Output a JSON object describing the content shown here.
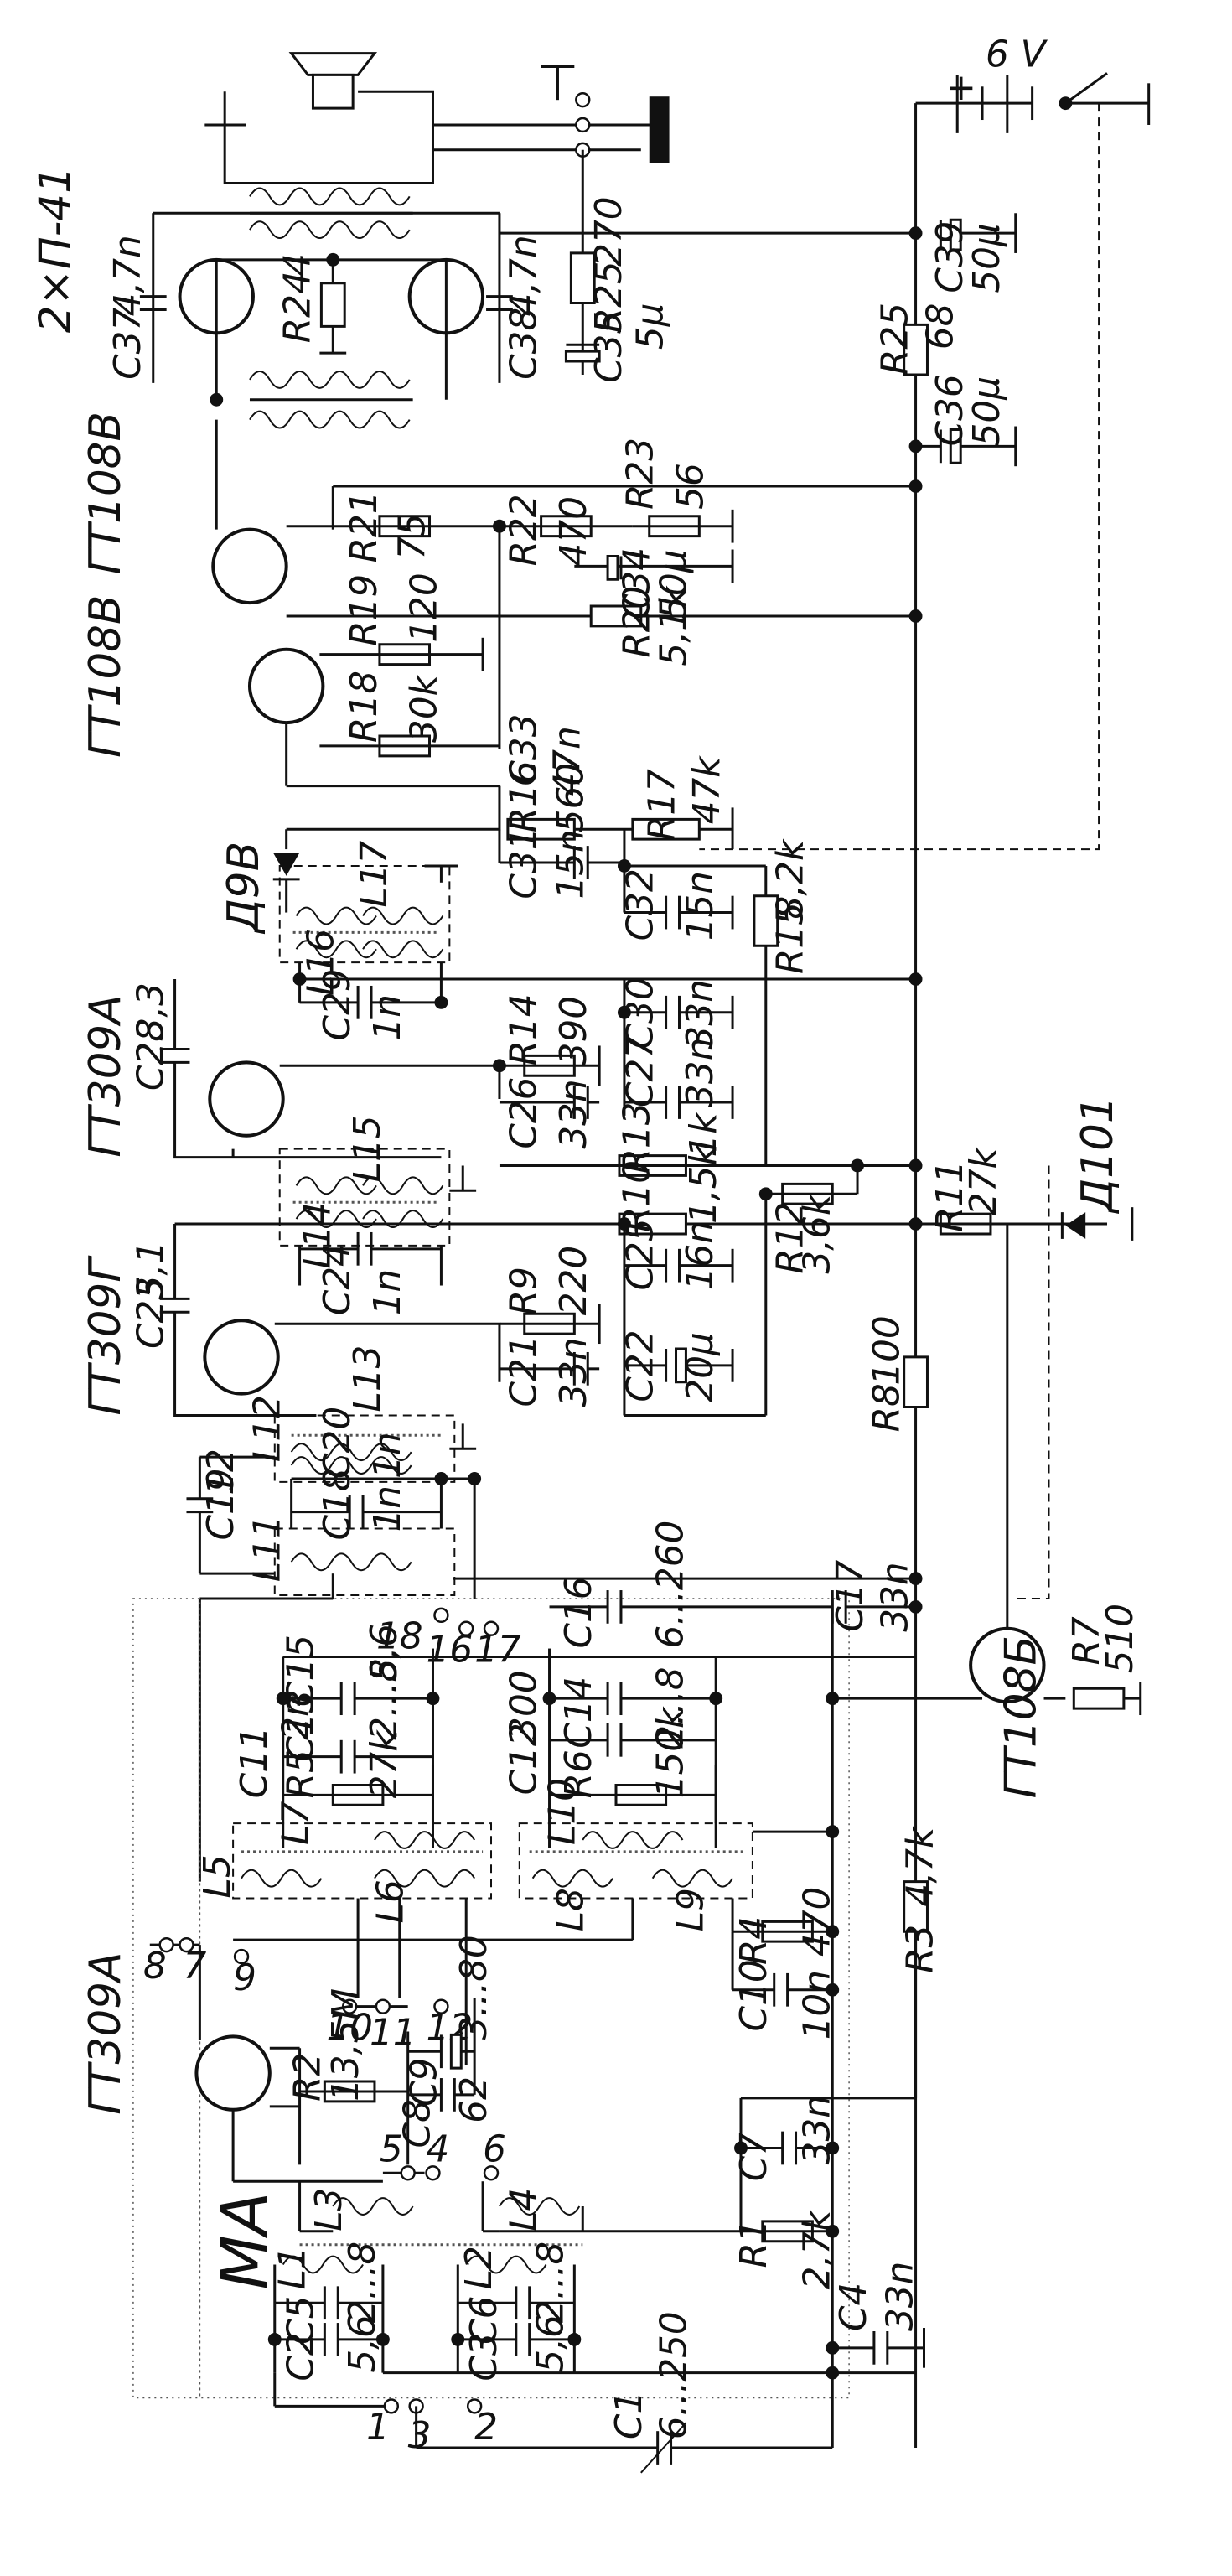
{
  "transistors": {
    "output_pair": "2×П-41",
    "driver": "ГТ108В",
    "preamp": "ГТ108В",
    "if2": "ГТ309А",
    "if1": "ГТ309Г",
    "mixer": "ГТ309А",
    "agc": "ГТ108Б"
  },
  "diodes": {
    "detector": "Д9В",
    "stab": "Д101"
  },
  "band_label": "МА",
  "battery": {
    "value": "6 V"
  },
  "resistors": {
    "R1": {
      "name": "R1",
      "value": "2,7k"
    },
    "R2": {
      "name": "R2",
      "value": "13,5M"
    },
    "R3": {
      "name": "R3",
      "value": "4,7k"
    },
    "R4": {
      "name": "R4",
      "value": "470"
    },
    "R5": {
      "name": "R5",
      "value": "27k"
    },
    "R6": {
      "name": "R6",
      "value": "150k"
    },
    "R7": {
      "name": "R7",
      "value": "510"
    },
    "R8": {
      "name": "R8",
      "value": "100"
    },
    "R9": {
      "name": "R9",
      "value": "220"
    },
    "R10": {
      "name": "R10",
      "value": "1,5k"
    },
    "R11": {
      "name": "R11",
      "value": "27k"
    },
    "R12": {
      "name": "R12",
      "value": "3,6k"
    },
    "R13": {
      "name": "R13",
      "value": "1k"
    },
    "R14": {
      "name": "R14",
      "value": "390"
    },
    "R15": {
      "name": "R15",
      "value": "8,2k"
    },
    "R16": {
      "name": "R16",
      "value": "560"
    },
    "R17": {
      "name": "R17",
      "value": "47k"
    },
    "R18": {
      "name": "R18",
      "value": "30k"
    },
    "R19": {
      "name": "R19",
      "value": "120"
    },
    "R20": {
      "name": "R20",
      "value": "5,1k"
    },
    "R21": {
      "name": "R21",
      "value": "75"
    },
    "R22": {
      "name": "R22",
      "value": "470"
    },
    "R23": {
      "name": "R23",
      "value": "56"
    },
    "R24": {
      "name": "R24",
      "value": "4"
    },
    "R25a": {
      "name": "R25",
      "value": "270"
    },
    "R25b": {
      "name": "R25",
      "value": "68"
    }
  },
  "capacitors": {
    "C1": {
      "name": "C1",
      "value": "6...250"
    },
    "C2": {
      "name": "C2",
      "value": "5,6"
    },
    "C3": {
      "name": "C3",
      "value": "5,6"
    },
    "C4": {
      "name": "C4",
      "value": "33n"
    },
    "C5": {
      "name": "C5",
      "value": "2...8"
    },
    "C6": {
      "name": "C6",
      "value": "2...8"
    },
    "C7": {
      "name": "C7",
      "value": "33n"
    },
    "C8": {
      "name": "C8",
      "value": "62"
    },
    "C9": {
      "name": "C9",
      "value": "3...80"
    },
    "C10": {
      "name": "C10",
      "value": "10n"
    },
    "C11": {
      "name": "C11",
      "value": "2n"
    },
    "C12": {
      "name": "C12",
      "value": "300"
    },
    "C13": {
      "name": "C13",
      "value": "2...8"
    },
    "C14": {
      "name": "C14",
      "value": "2...8"
    },
    "C15": {
      "name": "C15",
      "value": "5,6"
    },
    "C16": {
      "name": "C16",
      "value": "6...260"
    },
    "C17": {
      "name": "C17",
      "value": "33n"
    },
    "C18": {
      "name": "C18",
      "value": "1n"
    },
    "C19": {
      "name": "C19",
      "value": "12"
    },
    "C20": {
      "name": "C20",
      "value": "1n"
    },
    "C21": {
      "name": "C21",
      "value": "33n"
    },
    "C22": {
      "name": "C22",
      "value": "20μ"
    },
    "C23": {
      "name": "C23",
      "value": "5,1"
    },
    "C24": {
      "name": "C24",
      "value": "1n"
    },
    "C25": {
      "name": "C25",
      "value": "16n"
    },
    "C26": {
      "name": "C26",
      "value": "33n"
    },
    "C27": {
      "name": "C27",
      "value": "33n"
    },
    "C28": {
      "name": "C28",
      "value": "3,3"
    },
    "C29": {
      "name": "C29",
      "value": "1n"
    },
    "C30": {
      "name": "C30",
      "value": "33n"
    },
    "C31": {
      "name": "C31",
      "value": "15n"
    },
    "C32": {
      "name": "C32",
      "value": "15n"
    },
    "C33": {
      "name": "C33",
      "value": "47n"
    },
    "C34": {
      "name": "C34",
      "value": "50μ"
    },
    "C35": {
      "name": "C35",
      "value": "5μ"
    },
    "C36": {
      "name": "C36",
      "value": "50μ"
    },
    "C37": {
      "name": "C37",
      "value": "4,7n"
    },
    "C38": {
      "name": "C38",
      "value": "4,7n"
    },
    "C39": {
      "name": "C39",
      "value": "50μ"
    }
  },
  "inductors": {
    "L1": "L1",
    "L2": "L2",
    "L3": "L3",
    "L4": "L4",
    "L5": "L5",
    "L6": "L6",
    "L7": "L7",
    "L8": "L8",
    "L9": "L9",
    "L10": "L10",
    "L11": "L11",
    "L12": "L12",
    "L13": "L13",
    "L14": "L14",
    "L15": "L15",
    "L16": "L16",
    "L17": "L17"
  },
  "contacts": [
    "1",
    "2",
    "3",
    "4",
    "5",
    "6",
    "7",
    "8",
    "9",
    "10",
    "11",
    "12",
    "16",
    "17",
    "18"
  ],
  "polarity": {
    "plus": "+"
  }
}
